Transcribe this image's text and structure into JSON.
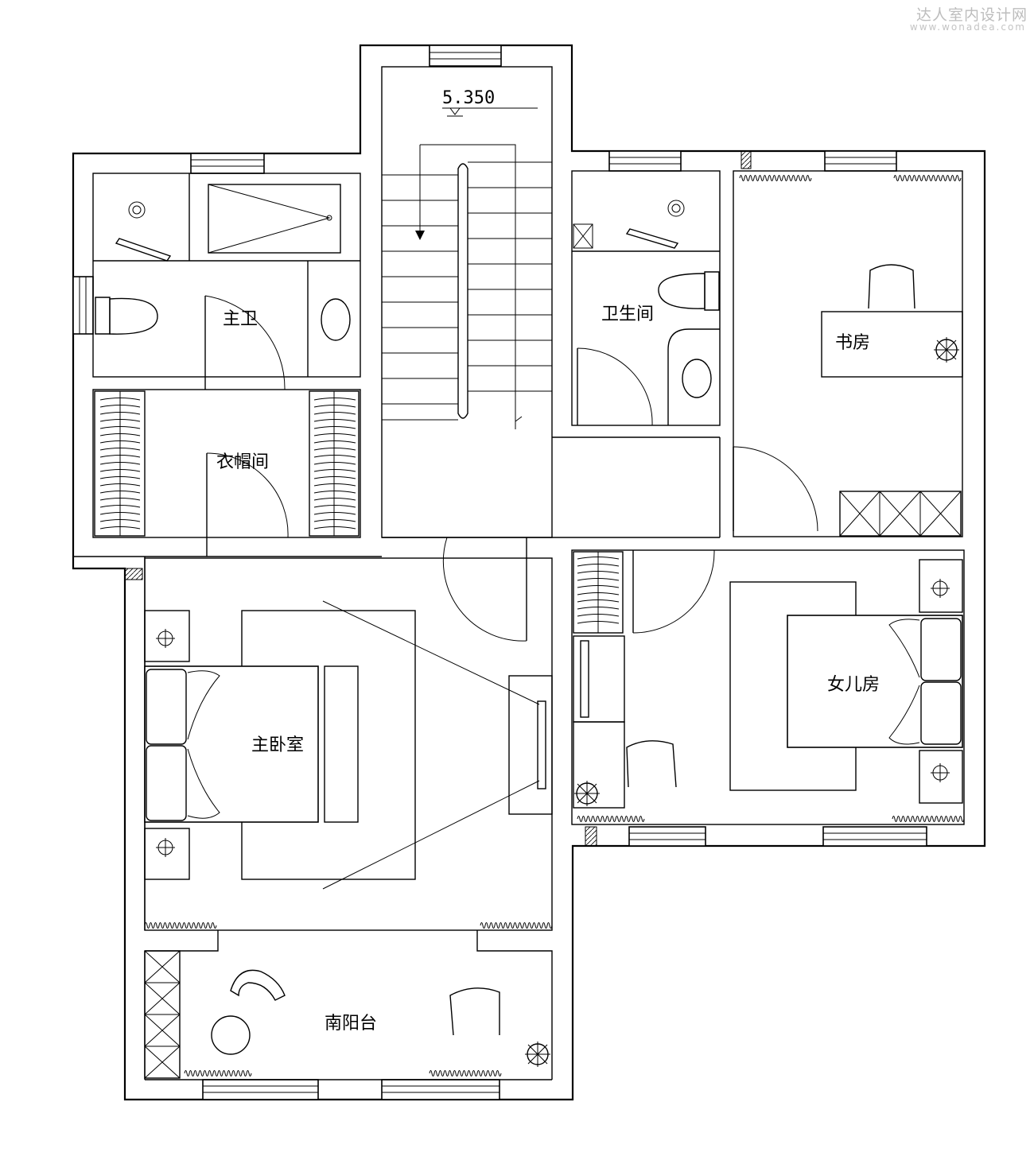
{
  "watermark": {
    "name": "达人室内设计网",
    "url": "www.wonadea.com"
  },
  "elevation": "5.350",
  "rooms": {
    "master_bath": "主卫",
    "closet": "衣帽间",
    "bathroom": "卫生间",
    "study": "书房",
    "master_bedroom": "主卧室",
    "daughter_room": "女儿房",
    "south_balcony": "南阳台"
  },
  "colors": {
    "line": "#000000",
    "background": "#ffffff",
    "watermark": "#bdbdbd"
  }
}
